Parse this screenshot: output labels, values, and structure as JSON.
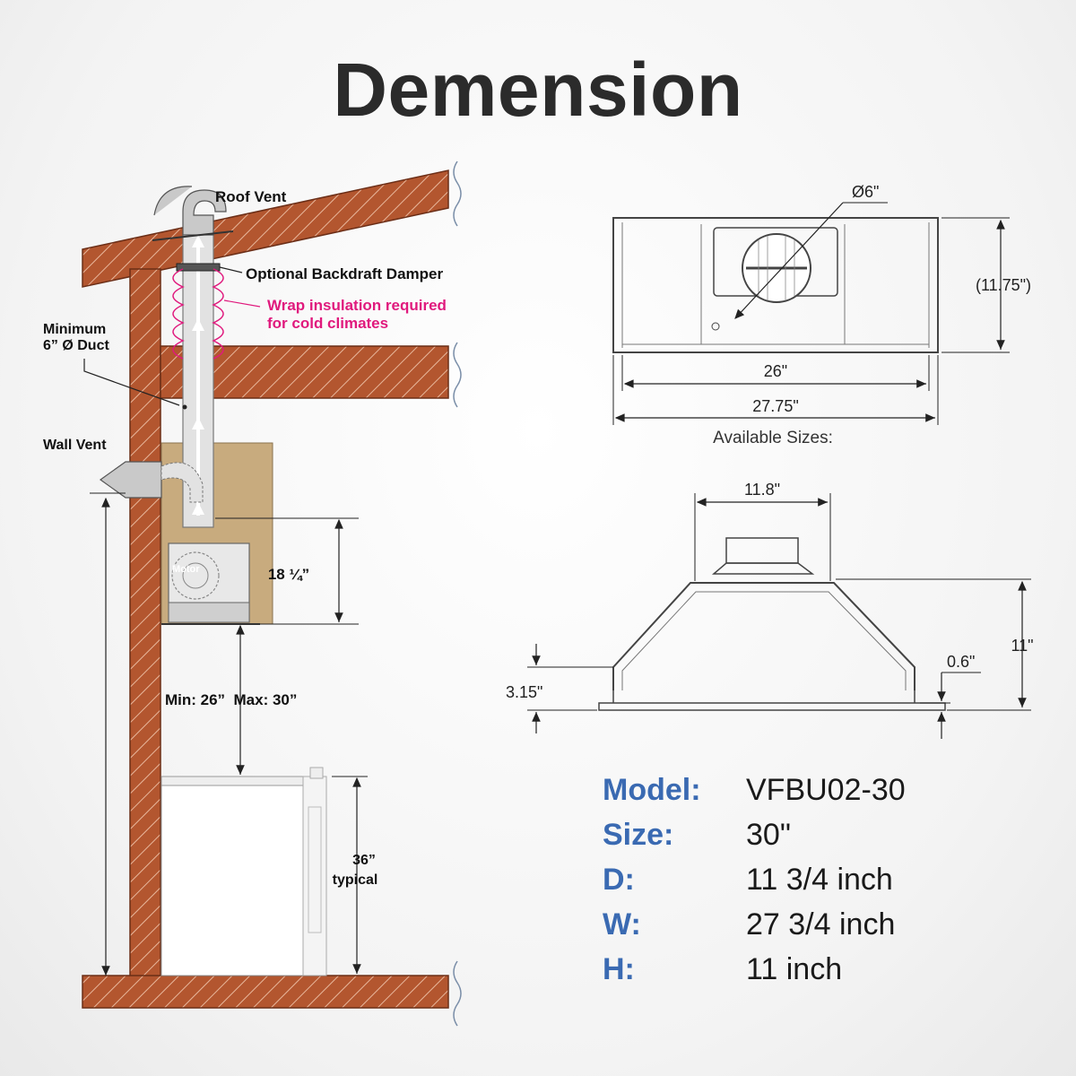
{
  "title": "Demension",
  "installation": {
    "roof_vent": "Roof Vent",
    "backdraft_damper": "Optional Backdraft Damper",
    "insulation_line1": "Wrap insulation required",
    "insulation_line2": "for cold climates",
    "min_duct_line1": "Minimum",
    "min_duct_line2": "6” Ø Duct",
    "wall_vent": "Wall Vent",
    "motor": "Motor",
    "insert_height": "18 ¼”",
    "mount_range": "Min: 26”  Max: 30”",
    "counter_line1": "36”",
    "counter_line2": "typical"
  },
  "top_view": {
    "duct_diameter": "Ø6\"",
    "depth": "(11.75\")",
    "inner_width": "26\"",
    "outer_width": "27.75\"",
    "available_sizes": "Available Sizes:"
  },
  "side_view": {
    "top_width": "11.8\"",
    "height": "11\"",
    "flange_height": "3.15\"",
    "lip": "0.6\""
  },
  "specs": [
    {
      "label": "Model:",
      "value": "VFBU02-30"
    },
    {
      "label": "Size:",
      "value": "30\""
    },
    {
      "label": "D:",
      "value": "11 3/4 inch"
    },
    {
      "label": "W:",
      "value": "27 3/4 inch"
    },
    {
      "label": "H:",
      "value": "11 inch"
    }
  ],
  "colors": {
    "brick": "#b3562f",
    "cabinet": "#c8ab7e",
    "accent_blue": "#3a6ab2",
    "insulation_pink": "#e0197d"
  }
}
